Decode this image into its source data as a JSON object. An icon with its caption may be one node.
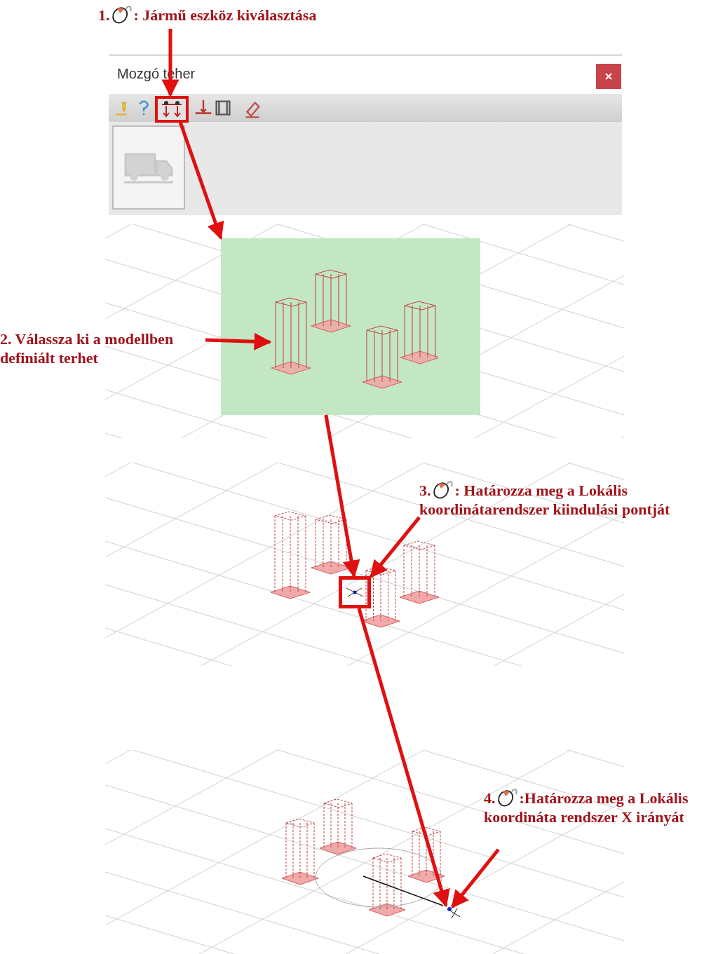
{
  "diagram": {
    "nodes": [
      {
        "text": [
          "1.",
          ": Jármű eszköz kiválasztása"
        ]
      },
      {
        "text": [
          "Mozgó teher"
        ]
      },
      {
        "text": [],
        "shape": "box",
        "in": 1
      },
      {
        "text": [],
        "shape": "box"
      },
      {
        "text": [],
        "shape": "picture",
        "in": 3
      },
      {
        "text": [
          "2. Válassza ki a modellben definiált terhet"
        ]
      },
      {
        "text": [],
        "shape": "box"
      },
      {
        "text": [
          "3.",
          ": Határozza meg a Lokális koordinátarendszer kiindulási pontját"
        ]
      },
      {
        "text": [],
        "shape": "box"
      },
      {
        "text": [
          "4.",
          ":Határozza meg a Lokális koordináta rendszer X irányát"
        ]
      }
    ],
    "edges": [
      {
        "from": 0,
        "to": 2,
        "arrow": "to"
      },
      {
        "from": 2,
        "to": 3,
        "arrow": "to"
      },
      {
        "from": 5,
        "to": 4,
        "arrow": "to"
      },
      {
        "from": 3,
        "to": 6,
        "arrow": "to"
      },
      {
        "from": 7,
        "to": 6,
        "arrow": "to"
      },
      {
        "from": 6,
        "to": 8,
        "arrow": "to"
      },
      {
        "from": 9,
        "to": 8,
        "arrow": "to"
      }
    ]
  }
}
